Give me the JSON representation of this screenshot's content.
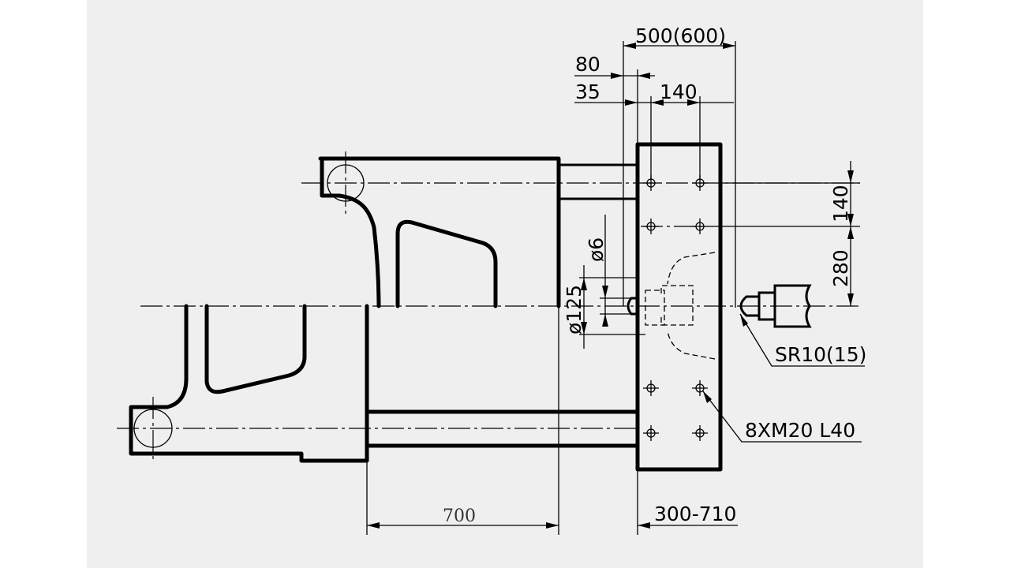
{
  "drawing": {
    "dimensions": {
      "platen_travel": "500(600)",
      "offset_80": "80",
      "offset_35": "35",
      "hole_pitch_h": "140",
      "hole_pitch_v": "140",
      "hole_to_center": "280",
      "nozzle_hole": "ø6",
      "locating_ring": "ø125",
      "nozzle_radius": "SR10(15)",
      "mount_holes": "8XM20 L40",
      "tie_bar_span": "700",
      "daylight": "300-710"
    }
  }
}
